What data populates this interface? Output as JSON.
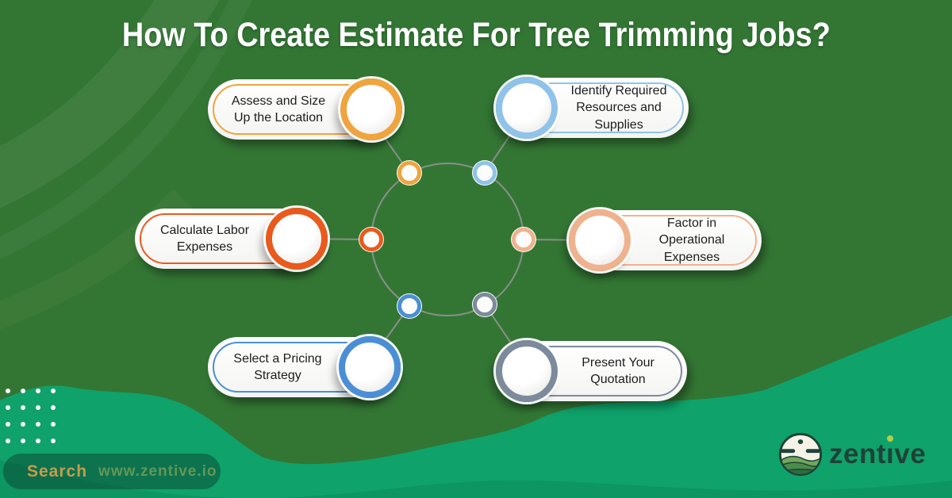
{
  "title": "How To Create Estimate For Tree Trimming Jobs?",
  "steps": [
    {
      "label": "Assess and Size Up the Location",
      "color": "#EFA43E"
    },
    {
      "label": "Identify Required Resources and Supplies",
      "color": "#90C3E9"
    },
    {
      "label": "Calculate Labor Expenses",
      "color": "#E95A1C"
    },
    {
      "label": "Factor in Operational Expenses",
      "color": "#EFB28E"
    },
    {
      "label": "Select a Pricing Strategy",
      "color": "#4A8FD6"
    },
    {
      "label": "Present Your Quotation",
      "color": "#7D8A9C"
    }
  ],
  "search": {
    "label": "Search",
    "url": "www.zentive.io"
  },
  "logo": {
    "brand": "zentive"
  },
  "colors": {
    "background": "#337634",
    "wave": "#0FA26B",
    "wave_shade": "rgba(4,78,54,0.16)",
    "connector": "#8A8F88",
    "title_text": "#FFFFFF",
    "pill_text": "#1D1D1D",
    "search_bar": "rgba(9,58,45,0.45)",
    "search_label": "#C79C4B",
    "search_url": "#7FA35A",
    "logo_text": "#1E4238",
    "logo_dot": "#B5CC4D",
    "dots": "#FFFFFF"
  }
}
